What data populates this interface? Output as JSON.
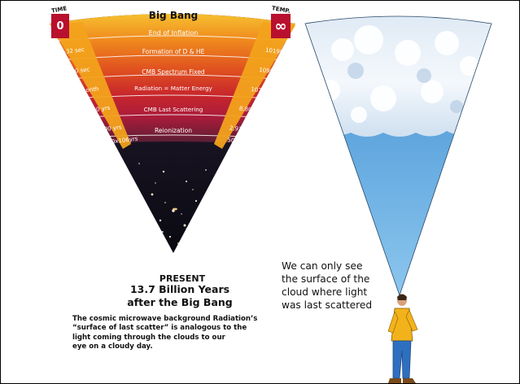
{
  "diagram": {
    "header": {
      "title": "Big Bang",
      "time_label": "TIME",
      "temp_label": "TEMP.",
      "time_start": "0",
      "temp_start": "∞"
    },
    "epochs": [
      {
        "event": "End of Inflation",
        "time": "",
        "temp": ""
      },
      {
        "event": "Formation of D & HE",
        "time": "10-32 sec",
        "temp": "1019K"
      },
      {
        "event": "CMB Spectrum Fixed",
        "time": "100 sec",
        "temp": "109K"
      },
      {
        "event": "Radiation = Matter Energy",
        "time": "1 month",
        "temp": "107K"
      },
      {
        "event": "CMB Last Scattering",
        "time": "56,000 yrs",
        "temp": "8,800 K"
      },
      {
        "event": "Reionization",
        "time": "379,000 yrs",
        "temp": "2,970 K"
      },
      {
        "event": "",
        "time": "200x106yrs",
        "temp": "50 K"
      }
    ],
    "present": {
      "title": "PRESENT",
      "line2": "13.7 Billion Years",
      "line3": "after the Big Bang"
    },
    "caption": [
      "The cosmic microwave background Radiation’s",
      "“surface of last scatter” is analogous to the",
      "light coming through the clouds to our",
      "eye on a cloudy day."
    ],
    "cloud_note": [
      "We can only see",
      "the surface of the",
      "cloud where light",
      "was last scattered"
    ],
    "colors": {
      "band_top": "#f6e43a",
      "band_mid": "#f08a1e",
      "band_deep": "#d8322a",
      "band_dark": "#a81c3a",
      "side_box": "#b8102e",
      "sky": "#5aa6de",
      "cloud": "#eef4fa",
      "jacket": "#f2b21a",
      "jeans": "#2f6fbf"
    }
  }
}
